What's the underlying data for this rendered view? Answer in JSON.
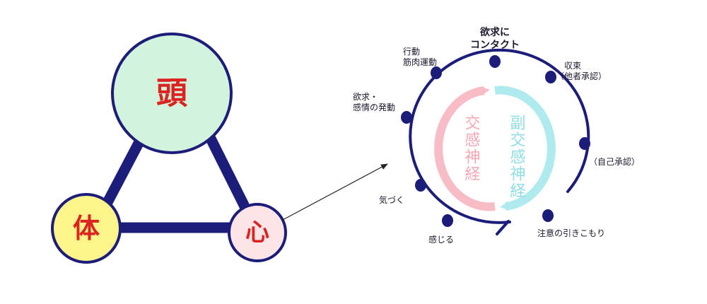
{
  "triangle": {
    "head": "頭",
    "body": "体",
    "heart": "心"
  },
  "cycle": {
    "sympathetic": "交感神経",
    "parasympathetic": "副交感神経",
    "stages": {
      "contact": [
        "欲求に",
        "コンタクト"
      ],
      "convergence": [
        "収束",
        "（他者承認）"
      ],
      "self_approval": [
        "（自己承認）"
      ],
      "withdrawal": [
        "注意の引きこもり"
      ],
      "feel": [
        "感じる"
      ],
      "notice": [
        "気づく"
      ],
      "arousal": [
        "欲求・",
        "感情の発動"
      ],
      "action": [
        "行動",
        "筋肉運動"
      ]
    }
  },
  "colors": {
    "navy": "#1c1c7a",
    "head_fill": "#d2f4dc",
    "body_fill": "#fdf58a",
    "heart_fill": "#fde4e6",
    "kanji_red": "#dd2222",
    "pink_arc": "#f8bcc6",
    "cyan_arc": "#aeeaee"
  }
}
